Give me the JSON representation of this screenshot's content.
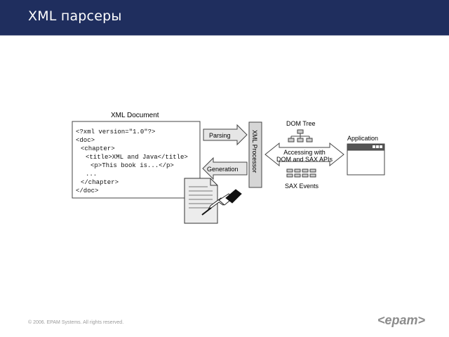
{
  "slide": {
    "title": "XML парсеры",
    "footer": "© 2006. EPAM Systems. All rights reserved.",
    "logo_text": "<epam>"
  },
  "diagram": {
    "document_label": "XML Document",
    "code_lines": [
      "<?xml version=\"1.0\"?>",
      "<doc>",
      "  <chapter>",
      "    <title>XML and Java</title>",
      "      <p>This book is...</p>",
      "      ...",
      "  </chapter>",
      "</doc>"
    ],
    "parsing_label": "Parsing",
    "generation_label": "Generation",
    "processor_label": "XML Processor",
    "dom_tree_label": "DOM Tree",
    "accessing_label_1": "Accessing with",
    "accessing_label_2": "DOM and SAX APIs",
    "sax_events_label": "SAX Events",
    "application_label": "Application"
  },
  "colors": {
    "header_bg": "#1f2e5e",
    "arrow_fill": "#e6e6e6",
    "processor_fill": "#d6d6d6"
  }
}
